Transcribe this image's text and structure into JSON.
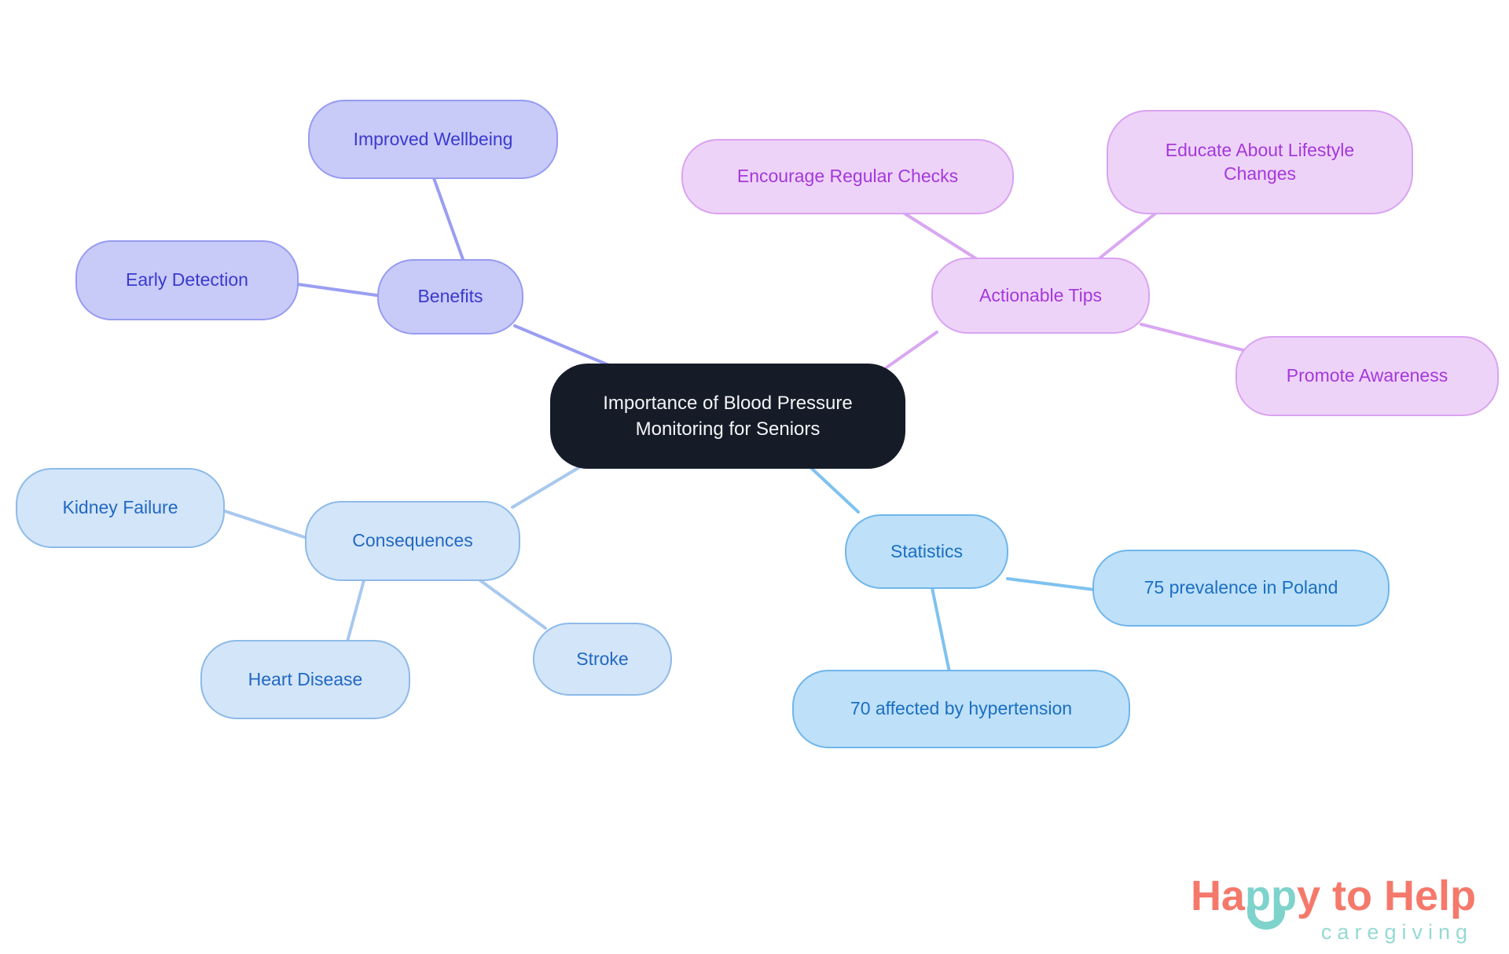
{
  "diagram": {
    "type": "mindmap",
    "background": "#FFFFFF"
  },
  "nodes": {
    "central": {
      "label": "Importance of Blood Pressure Monitoring for Seniors",
      "bg": "#151C28",
      "text_color": "#F4F5F7"
    },
    "benefits": {
      "label": "Benefits",
      "branch": "benefits"
    },
    "improved_wellbeing": {
      "label": "Improved Wellbeing",
      "branch": "benefits"
    },
    "early_detection": {
      "label": "Early Detection",
      "branch": "benefits"
    },
    "actionable_tips": {
      "label": "Actionable Tips",
      "branch": "tips"
    },
    "encourage_regular_checks": {
      "label": "Encourage Regular Checks",
      "branch": "tips"
    },
    "educate_lifestyle_changes": {
      "label": "Educate About Lifestyle Changes",
      "branch": "tips"
    },
    "promote_awareness": {
      "label": "Promote Awareness",
      "branch": "tips"
    },
    "consequences": {
      "label": "Consequences",
      "branch": "consequences"
    },
    "kidney_failure": {
      "label": "Kidney Failure",
      "branch": "consequences"
    },
    "heart_disease": {
      "label": "Heart Disease",
      "branch": "consequences"
    },
    "stroke": {
      "label": "Stroke",
      "branch": "consequences"
    },
    "statistics": {
      "label": "Statistics",
      "branch": "statistics"
    },
    "prevalence": {
      "label": "75 prevalence in Poland",
      "branch": "statistics"
    },
    "hypertension": {
      "label": "70 affected by hypertension",
      "branch": "statistics"
    }
  },
  "colors": {
    "benefits_fill": "#C8CAF8",
    "benefits_border": "#979BF2",
    "benefits_text": "#3A3ACE",
    "benefits_line": "#9A9EF2",
    "tips_fill": "#EED3F9",
    "tips_border": "#D9A3F1",
    "tips_text": "#A438DB",
    "tips_line": "#D9A7F2",
    "consequences_fill": "#D3E5F8",
    "consequences_border": "#8DBAE9",
    "consequences_text": "#2268C4",
    "consequences_line": "#A8C8EE",
    "statistics_fill": "#BEE0F9",
    "statistics_border": "#6FB6EB",
    "statistics_text": "#1B6FC2",
    "statistics_line": "#7EC2F0",
    "central_bg": "#151C28",
    "central_text": "#F4F5F7",
    "logo_coral": "#F5796B",
    "logo_teal": "#7ED3CC",
    "logo_tagline_teal": "#96D9D3"
  },
  "logo": {
    "ha": "Ha",
    "pp": "pp",
    "y": "y",
    "to": "to",
    "help": "Help",
    "tagline": "caregiving"
  }
}
